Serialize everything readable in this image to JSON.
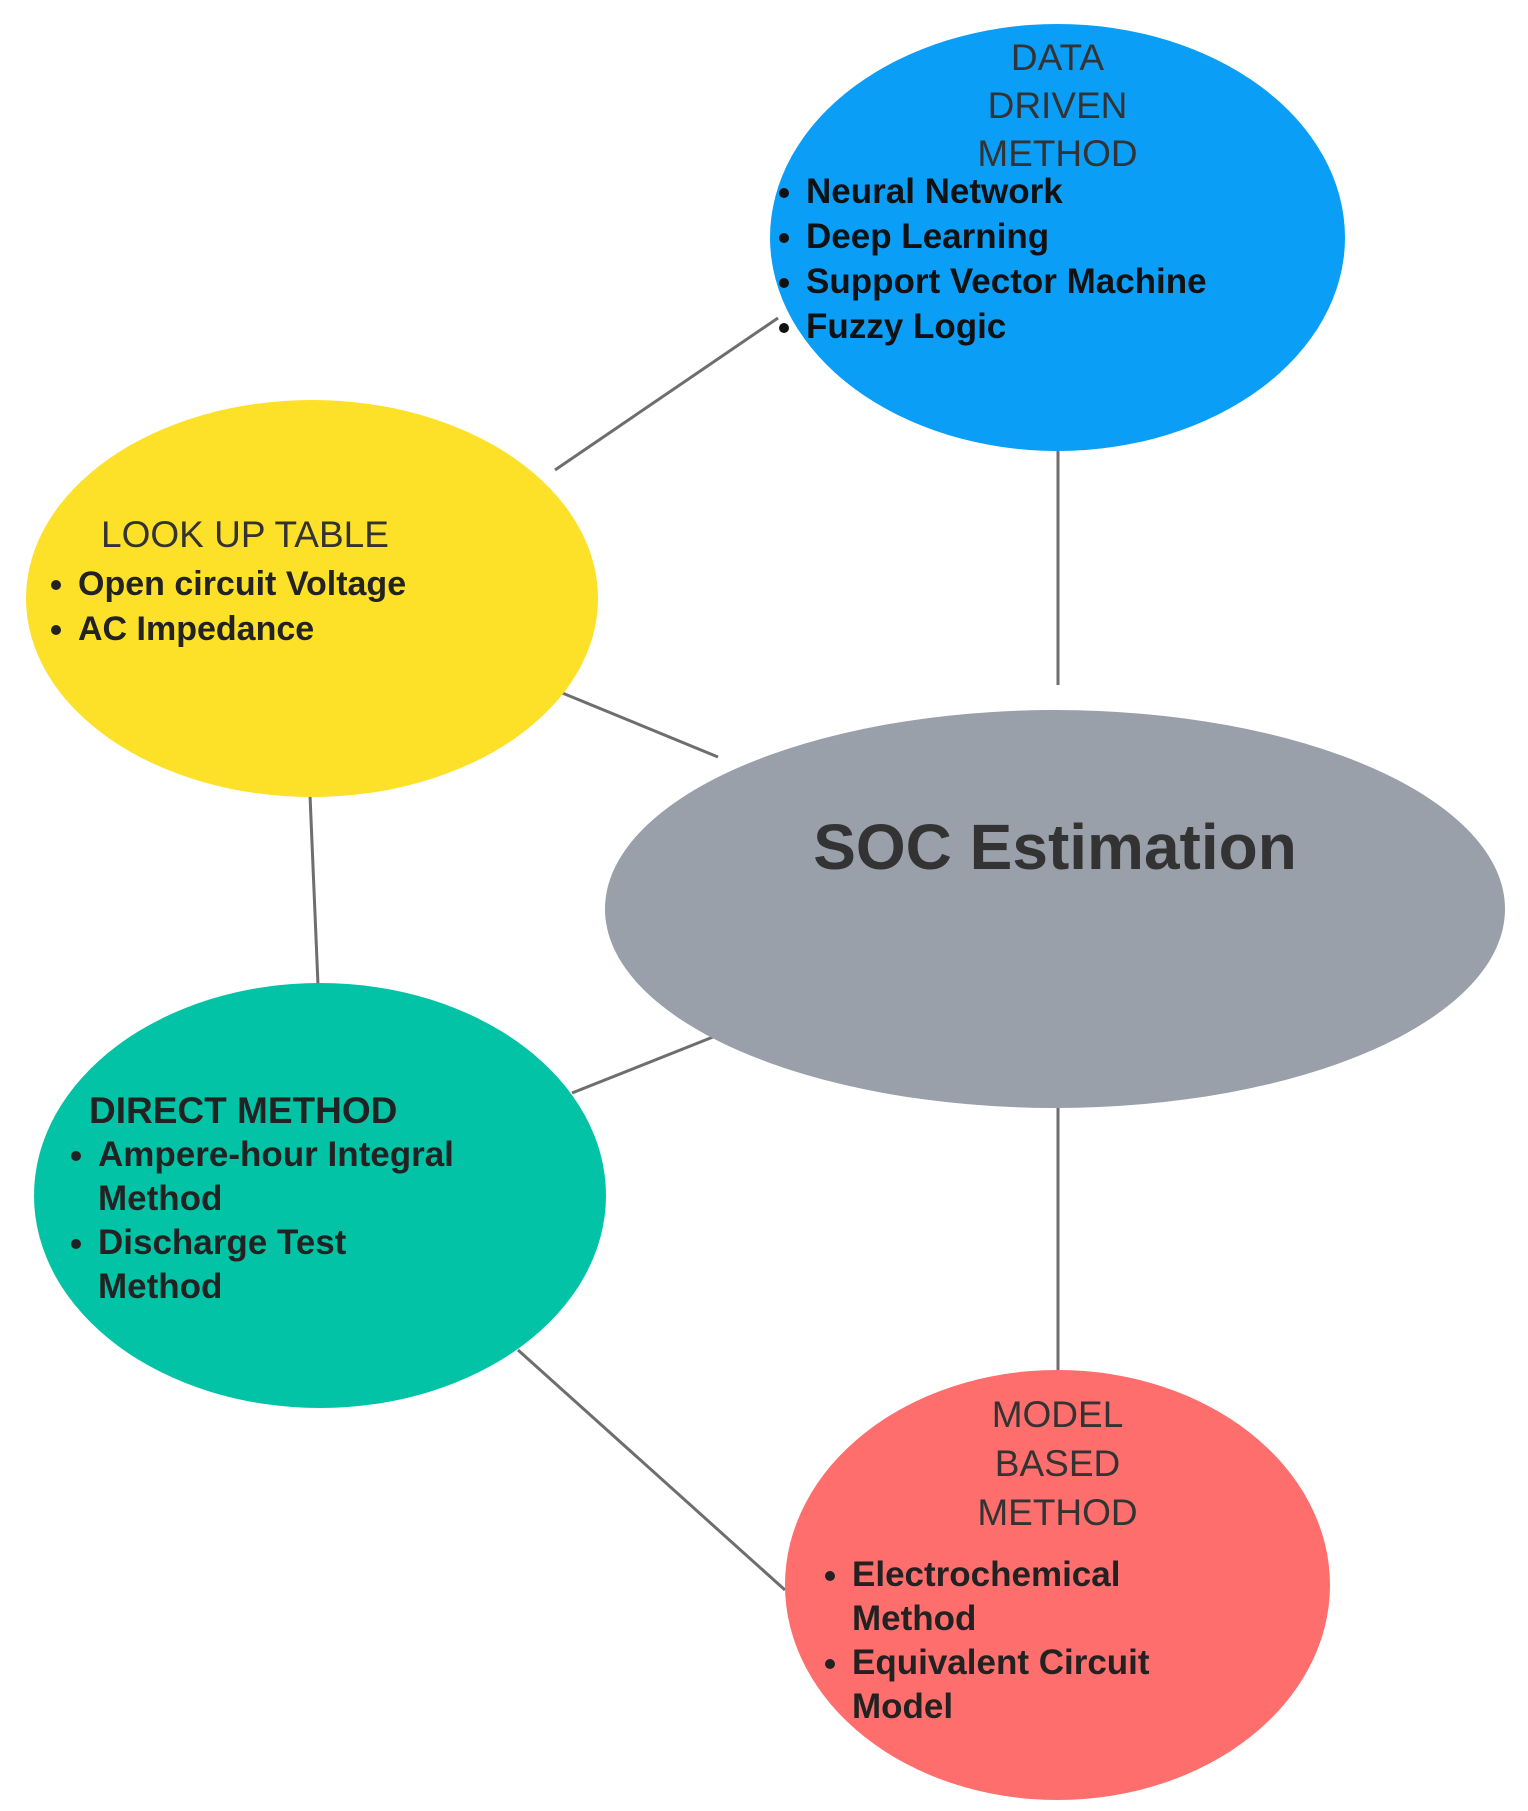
{
  "diagram": {
    "center": {
      "label": "SOC Estimation",
      "color": "#99a0aa"
    },
    "nodes": {
      "data_driven": {
        "title": "DATA DRIVEN METHOD",
        "title_lines": [
          "DATA",
          "DRIVEN",
          "METHOD"
        ],
        "items": [
          "Neural Network",
          "Deep Learning",
          "Support Vector Machine",
          "Fuzzy Logic"
        ],
        "color": "#0b9ef6"
      },
      "look_up_table": {
        "title": "LOOK UP TABLE",
        "items": [
          "Open circuit Voltage",
          "AC Impedance"
        ],
        "color": "#fde028"
      },
      "direct_method": {
        "title": "DIRECT METHOD",
        "items": [
          "Ampere-hour Integral Method",
          "Discharge Test Method"
        ],
        "color": "#02c3a6"
      },
      "model_based": {
        "title": "MODEL BASED METHOD",
        "title_lines": [
          "MODEL",
          "BASED",
          "METHOD"
        ],
        "items": [
          "Electrochemical Method",
          "Equivalent Circuit Model"
        ],
        "color": "#fd6e6c"
      }
    },
    "connector_color": "#6e6e6e"
  }
}
